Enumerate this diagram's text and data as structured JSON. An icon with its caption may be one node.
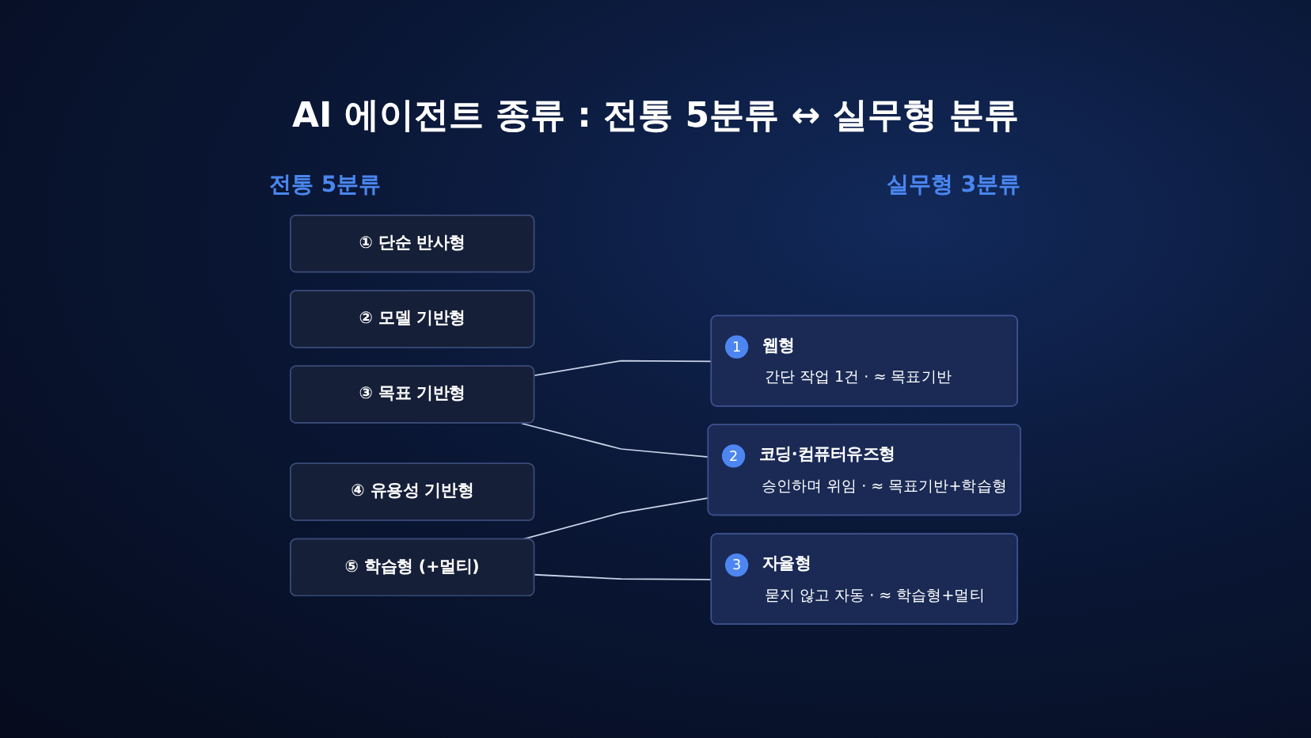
{
  "diagram": {
    "title": "AI 에이전트 종류 : 전통 5분류 ↔ 실무형 분류",
    "nodes": [
      {
        "text": [
          "① 단순 반사형"
        ]
      },
      {
        "text": [
          "② 모델 기반형"
        ]
      },
      {
        "text": [
          "③ 목표 기반형"
        ]
      },
      {
        "text": [
          "④ 유용성 기반형"
        ]
      },
      {
        "text": [
          "⑤ 학습형 (+멀티)"
        ]
      },
      {
        "text": [
          "1",
          "웹형",
          "간단 작업 1건 · ≈ 목표기반"
        ]
      },
      {
        "text": [
          "2",
          "코딩·컴퓨터유즈형",
          "승인하며 위임 · ≈ 목표기반+학습형"
        ]
      },
      {
        "text": [
          "3",
          "자율형",
          "묻지 않고 자동 · ≈ 학습형+멀티"
        ]
      }
    ],
    "edges": [
      {
        "from": 2,
        "to": 5,
        "arrow": "none"
      },
      {
        "from": 2,
        "to": 6,
        "arrow": "none"
      },
      {
        "from": 4,
        "to": 6,
        "arrow": "none"
      },
      {
        "from": 4,
        "to": 7,
        "arrow": "none"
      }
    ],
    "labels": [
      "전통 5분류",
      "실무형 3분류"
    ]
  }
}
